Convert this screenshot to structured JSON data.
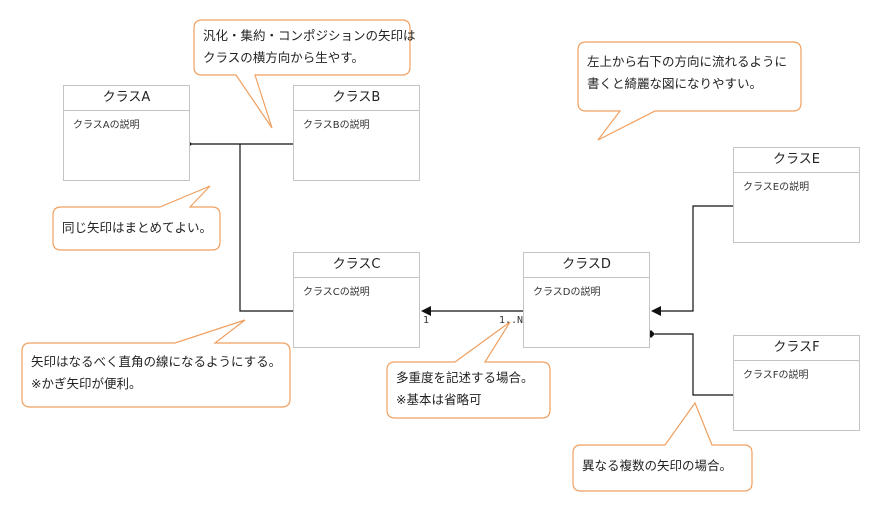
{
  "classes": {
    "a": {
      "title": "クラスA",
      "desc": "クラスAの説明"
    },
    "b": {
      "title": "クラスB",
      "desc": "クラスBの説明"
    },
    "c": {
      "title": "クラスC",
      "desc": "クラスCの説明"
    },
    "d": {
      "title": "クラスD",
      "desc": "クラスDの説明"
    },
    "e": {
      "title": "クラスE",
      "desc": "クラスEの説明"
    },
    "f": {
      "title": "クラスF",
      "desc": "クラスFの説明"
    }
  },
  "notes": {
    "n1": [
      "汎化・集約・コンポジションの矢印は",
      "クラスの横方向から生やす。"
    ],
    "n2": [
      "左上から右下の方向に流れるように",
      "書くと綺麗な図になりやすい。"
    ],
    "n3": [
      "同じ矢印はまとめてよい。"
    ],
    "n4": [
      "矢印はなるべく直角の線になるようにする。",
      "※かぎ矢印が便利。"
    ],
    "n5": [
      "多重度を記述する場合。",
      "※基本は省略可"
    ],
    "n6": [
      "異なる複数の矢印の場合。"
    ]
  },
  "multiplicity": {
    "near_c": "1",
    "near_d": "1..N"
  },
  "colors": {
    "note_border": "#f0a060",
    "class_border": "#c4c4c4",
    "line": "#111111"
  }
}
